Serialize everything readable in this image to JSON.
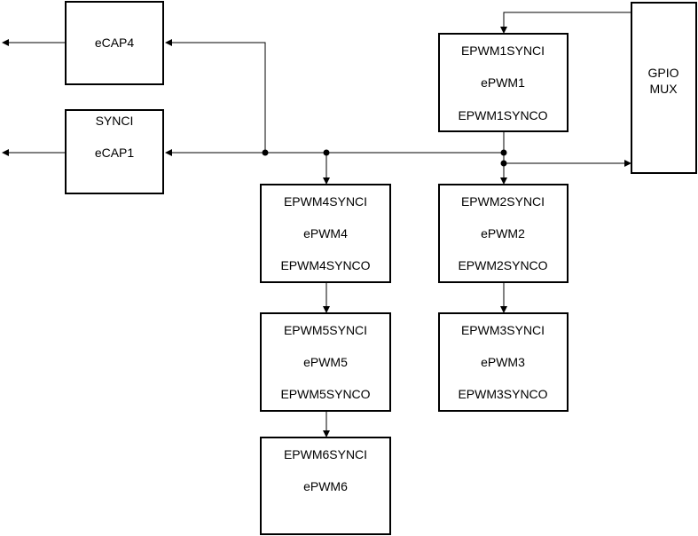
{
  "blocks": {
    "ecap4": {
      "lines": [
        "eCAP4"
      ]
    },
    "ecap1": {
      "lines": [
        "SYNCI",
        "eCAP1"
      ]
    },
    "epwm1": {
      "lines": [
        "EPWM1SYNCI",
        "ePWM1",
        "EPWM1SYNCO"
      ]
    },
    "epwm2": {
      "lines": [
        "EPWM2SYNCI",
        "ePWM2",
        "EPWM2SYNCO"
      ]
    },
    "epwm3": {
      "lines": [
        "EPWM3SYNCI",
        "ePWM3",
        "EPWM3SYNCO"
      ]
    },
    "epwm4": {
      "lines": [
        "EPWM4SYNCI",
        "ePWM4",
        "EPWM4SYNCO"
      ]
    },
    "epwm5": {
      "lines": [
        "EPWM5SYNCI",
        "ePWM5",
        "EPWM5SYNCO"
      ]
    },
    "epwm6": {
      "lines": [
        "EPWM6SYNCI",
        "ePWM6"
      ]
    },
    "gpio_mux": {
      "lines": [
        "GPIO",
        "MUX"
      ]
    }
  }
}
